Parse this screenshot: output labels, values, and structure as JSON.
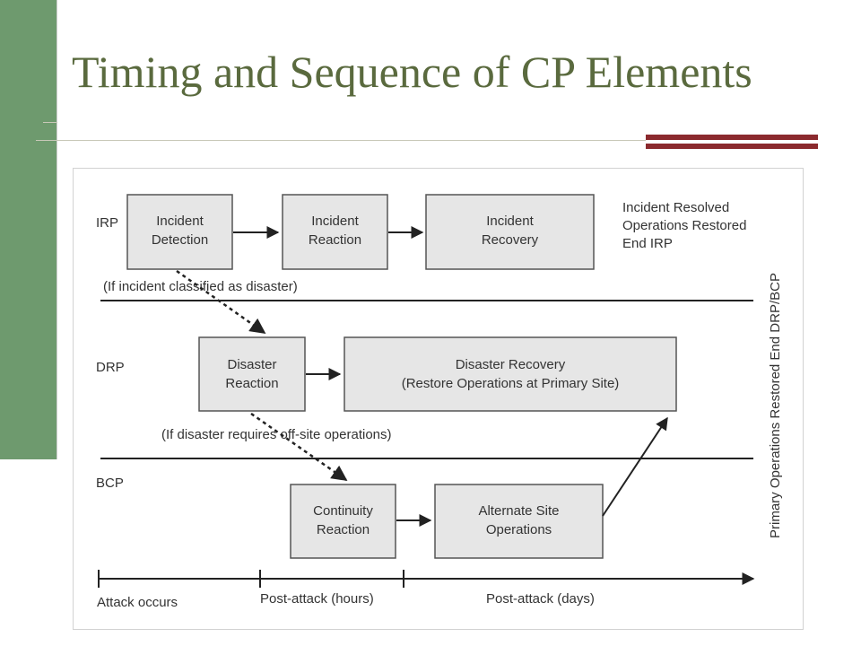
{
  "slide": {
    "title": "Timing and Sequence of CP Elements"
  },
  "diagram": {
    "lanes": {
      "irp": "IRP",
      "drp": "DRP",
      "bcp": "BCP"
    },
    "boxes": {
      "incident_detection": [
        "Incident",
        "Detection"
      ],
      "incident_reaction": [
        "Incident",
        "Reaction"
      ],
      "incident_recovery": [
        "Incident",
        "Recovery"
      ],
      "disaster_reaction": [
        "Disaster",
        "Reaction"
      ],
      "disaster_recovery": [
        "Disaster Recovery",
        "(Restore Operations at Primary Site)"
      ],
      "continuity_reaction": [
        "Continuity",
        "Reaction"
      ],
      "alternate_site_operations": [
        "Alternate Site",
        "Operations"
      ]
    },
    "end_irp_note": [
      "Incident Resolved",
      "Operations Restored",
      "End IRP"
    ],
    "conditions": {
      "incident_to_disaster": "(If incident classified as disaster)",
      "disaster_to_offsite": "(If disaster requires off-site operations)"
    },
    "end_drp_bcp_note": "Primary Operations Restored End DRP/BCP",
    "timeline": {
      "attack_occurs": "Attack occurs",
      "post_attack_hours": "Post-attack (hours)",
      "post_attack_days": "Post-attack (days)"
    },
    "colors": {
      "box_fill": "#e6e6e6",
      "box_stroke": "#555555",
      "line": "#222222",
      "side_bar": "#6e9a6e",
      "accent": "#8b2a2e",
      "title": "#5a6a3e"
    }
  }
}
